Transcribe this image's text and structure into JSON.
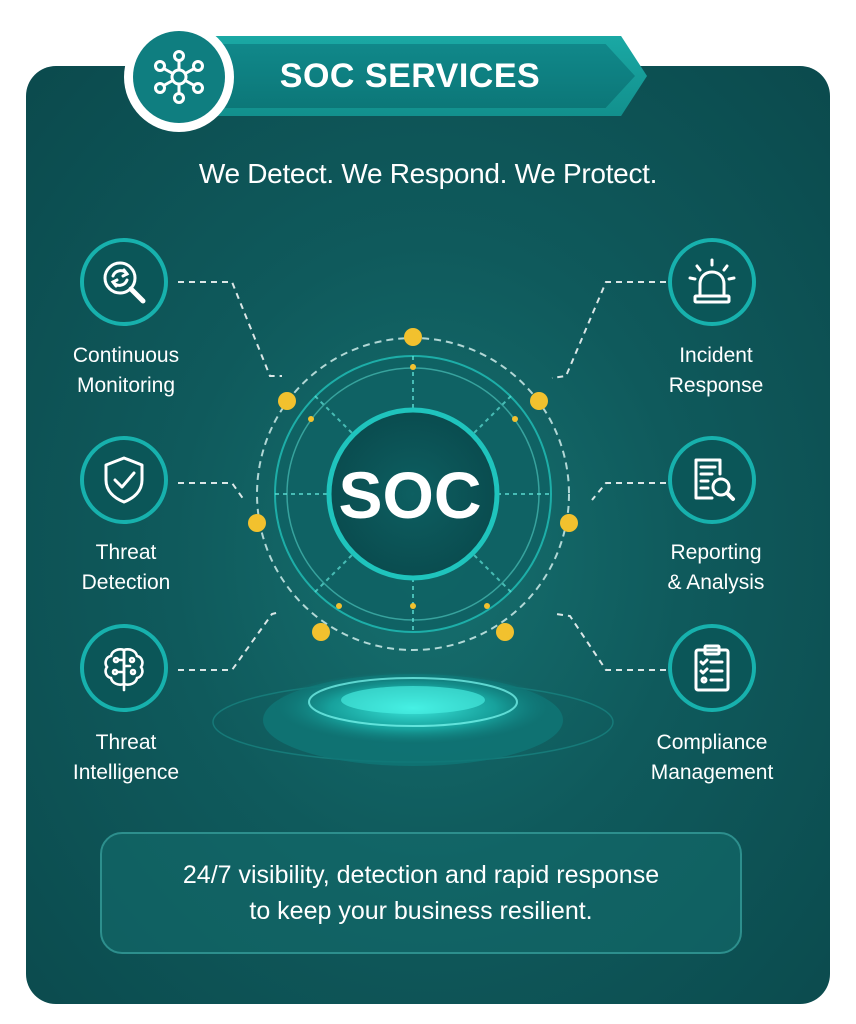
{
  "header": {
    "title": "SOC SERVICES",
    "tagline": "We Detect. We Respond. We Protect.",
    "logo_icon": "network-hub-icon"
  },
  "center": {
    "label": "SOC"
  },
  "services": {
    "continuous_monitoring": {
      "line1": "Continuous",
      "line2": "Monitoring",
      "icon": "magnifier-refresh-icon"
    },
    "threat_detection": {
      "line1": "Threat",
      "line2": "Detection",
      "icon": "shield-check-icon"
    },
    "threat_intelligence": {
      "line1": "Threat",
      "line2": "Intelligence",
      "icon": "brain-circuit-icon"
    },
    "incident_response": {
      "line1": "Incident",
      "line2": "Response",
      "icon": "alarm-siren-icon"
    },
    "reporting_analysis": {
      "line1": "Reporting",
      "line2": "& Analysis",
      "icon": "report-magnifier-icon"
    },
    "compliance_management": {
      "line1": "Compliance",
      "line2": "Management",
      "icon": "clipboard-checklist-icon"
    }
  },
  "footer": {
    "line1": "24/7 visibility, detection and rapid response",
    "line2": "to keep your business resilient."
  },
  "colors": {
    "card_background": "#0f5a5c",
    "accent_teal": "#17b1ad",
    "node_yellow": "#f2c12e",
    "text": "#ffffff"
  }
}
